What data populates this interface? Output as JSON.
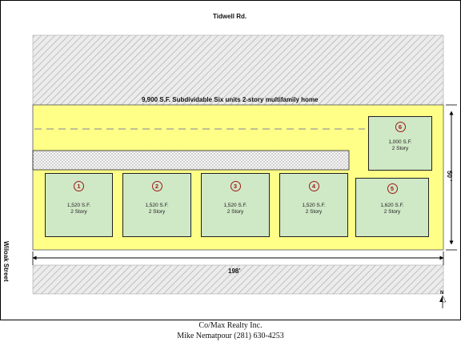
{
  "roads": {
    "top": "Tidwell Rd.",
    "left": "Wiloak Street"
  },
  "site": {
    "title": "9,900 S.F.  Subdividable Six units 2-story multifamily home",
    "depth_label": "50 ’",
    "width_label": "198’"
  },
  "units": [
    {
      "number": "1",
      "area": "1,520 S.F.",
      "stories": "2 Story"
    },
    {
      "number": "2",
      "area": "1,520 S.F.",
      "stories": "2 Story"
    },
    {
      "number": "3",
      "area": "1,520 S.F.",
      "stories": "2 Story"
    },
    {
      "number": "4",
      "area": "1,520 S.F.",
      "stories": "2 Story"
    },
    {
      "number": "5",
      "area": "1,620 S.F.",
      "stories": "2 Story"
    },
    {
      "number": "6",
      "area": "1,000 S.F.",
      "stories": "2 Story"
    }
  ],
  "compass": {
    "label": "N"
  },
  "footer": {
    "company": "Co/Max Realty Inc.",
    "agent": "Mike Nematpour (281) 630-4253"
  },
  "colors": {
    "lot_fill": "#ffff88",
    "unit_fill": "#cfe8c6",
    "unit_number": "#a01818",
    "hatch": "#b5b5b5"
  }
}
